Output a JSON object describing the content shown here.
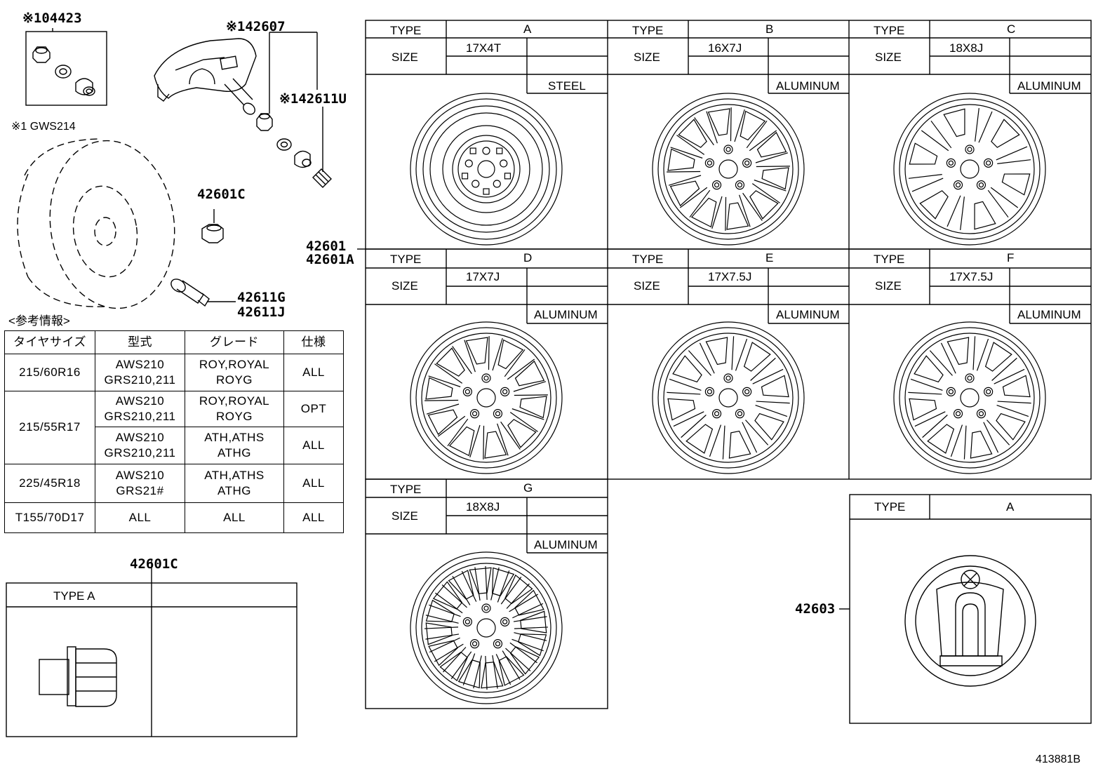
{
  "parts": {
    "p04423": "※104423",
    "p142607": "※142607",
    "p42611u": "※142611U",
    "gws214": "※1 GWS214",
    "p42601c_top": "42601C",
    "p42611g": "42611G",
    "p42611j": "42611J",
    "p42601": "42601",
    "p42601a": "42601A",
    "p42603": "42603",
    "p42601c_bottom": "42601C"
  },
  "reference": {
    "title": "<参考情報>",
    "headers": [
      "タイヤサイズ",
      "型式",
      "グレード",
      "仕様"
    ],
    "rows": [
      {
        "size": "215/60R16",
        "model": [
          "AWS210",
          "GRS210,211"
        ],
        "grade": [
          "ROY,ROYAL",
          "ROYG"
        ],
        "spec": "ALL"
      },
      {
        "size": "215/55R17",
        "model": [
          "AWS210",
          "GRS210,211"
        ],
        "grade": [
          "ROY,ROYAL",
          "ROYG"
        ],
        "spec": "OPT"
      },
      {
        "size": "",
        "model": [
          "AWS210",
          "GRS210,211"
        ],
        "grade": [
          "ATH,ATHS",
          "ATHG"
        ],
        "spec": "ALL"
      },
      {
        "size": "225/45R18",
        "model": [
          "AWS210",
          "GRS21#"
        ],
        "grade": [
          "ATH,ATHS",
          "ATHG"
        ],
        "spec": "ALL"
      },
      {
        "size": "T155/70D17",
        "model": [
          "ALL"
        ],
        "grade": [
          "ALL"
        ],
        "spec": "ALL"
      }
    ]
  },
  "wheels": {
    "type_label": "TYPE",
    "size_label": "SIZE",
    "items": [
      {
        "type": "A",
        "size": "17X4T",
        "material": "STEEL"
      },
      {
        "type": "B",
        "size": "16X7J",
        "material": "ALUMINUM"
      },
      {
        "type": "C",
        "size": "18X8J",
        "material": "ALUMINUM"
      },
      {
        "type": "D",
        "size": "17X7J",
        "material": "ALUMINUM"
      },
      {
        "type": "E",
        "size": "17X7.5J",
        "material": "ALUMINUM"
      },
      {
        "type": "F",
        "size": "17X7.5J",
        "material": "ALUMINUM"
      },
      {
        "type": "G",
        "size": "18X8J",
        "material": "ALUMINUM"
      }
    ]
  },
  "nut_box": {
    "label": "TYPE A"
  },
  "cap_box": {
    "type_label": "TYPE",
    "type": "A"
  },
  "figure_id": "413881B"
}
